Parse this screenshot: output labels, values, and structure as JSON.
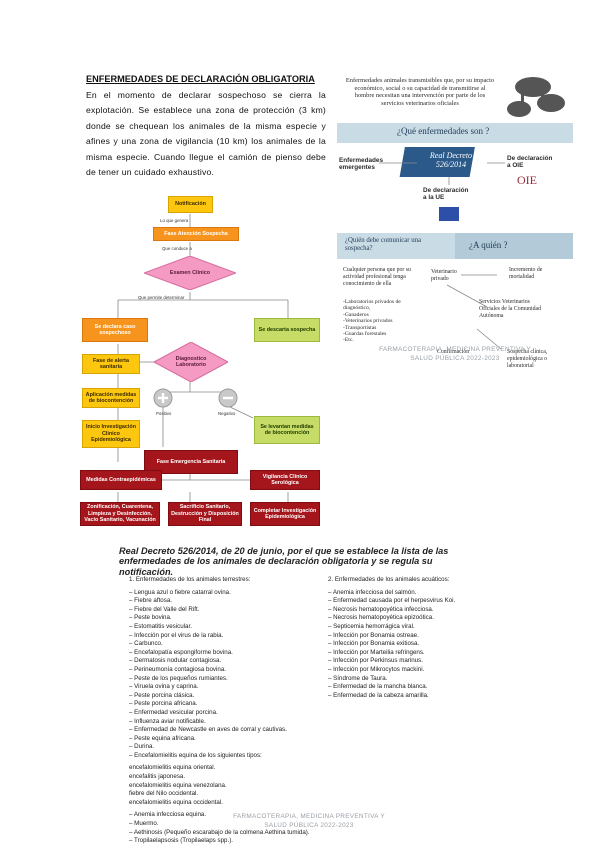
{
  "heading": "ENFERMEDADES DE DECLARACIÓN OBLIGATORIA",
  "intro": "En el momento de declarar sospechoso se cierra la explotación. Se establece una zona de protección (3 km) donde se chequean los animales de la misma especie y afines y una zona de vigilancia (10 km) los animales de la misma especie. Cuando llegue el camión de pienso debe de tener un cuidado exhaustivo.",
  "flow": {
    "notificacion": "Notificación",
    "lo_que_genera": "Lo que genera",
    "fase_atencion": "Fase Atención Sospecha",
    "que_conduce": "Que conduce a",
    "examen_clinico": "Examen Clínico",
    "que_permite": "Que permite determinar",
    "declara_caso": "Se declara caso sospechoso",
    "descarta": "Se descarta sospecha",
    "fase_alerta": "Fase de alerta sanitaria",
    "diagnostico": "Diagnostico Laboratorio",
    "aplicacion": "Aplicación medidas de biocontención",
    "positivo": "Positivo",
    "negativo": "Negativo",
    "inicio": "Inicio Investigación Clínico Epidemiológica",
    "levantan": "Se levantan medidas de biocontención",
    "fase_emergencia": "Fase Emergencia Sanitaria",
    "medidas": "Medidas Contraepidémicas",
    "vigilancia": "Vigilancia Clínico Serológica",
    "zonificacion": "Zonificación, Cuarentena, Limpieza y Desinfección, Vacío Sanitario, Vacunación",
    "sacrificio": "Sacrificio Sanitario, Destrucción y Disposición Final",
    "completar": "Completar Investigación Epidemiológica"
  },
  "info": {
    "intro": "Enfermedades animales transmisibles que, por su impacto económico, social o su capacidad de transmitirse al hombre necesitan una intervención por parte de los servicios veterinarios oficiales",
    "question": "¿Qué enfermedades son ?",
    "emergentes": "Enfermedades emergentes",
    "real_decreto": "Real Decreto 526/2014",
    "declaracion_oie": "De declaración a OIE",
    "oie_logo": "OIE",
    "declaracion_ue": "De declaración a la UE",
    "quien_debe": "¿Quién debe comunicar una sospecha?",
    "a_quien": "¿A quién ?",
    "cualquier": "Cualquier persona que por su actividad profesional tenga conocimiento de ella",
    "lista": [
      "-Laboratorios privados de diagnóstico,",
      "-Ganaderos",
      "-Veterinarios privados",
      "-Transportistas",
      "-Guardas forestales",
      "-Etc."
    ],
    "veterinario": "Veterinario privado",
    "incremento": "Incremento de mortalidad",
    "servicios": "Servicios Veterinarios Oficiales de la Comunidad Autónoma",
    "confirmacion": "Confirmación",
    "sospecha_clinica": "Sospecha clínica, epidemiológica o laboratorial"
  },
  "watermark": "FARMACOTERAPIA, MEDICINA PREVENTIVA Y SALUD PÚBLICA 2022-2023",
  "law": {
    "title": "Real Decreto 526/2014, de 20 de junio, por el que se establece la lista de las enfermedades de los animales de declaración obligatoria y se regula su notificación.",
    "col1_heading": "1.   Enfermedades de los animales terrestres:",
    "col1": [
      "– Lengua azul o fiebre catarral ovina.",
      "– Fiebre aftosa.",
      "– Fiebre del Valle del Rift.",
      "– Peste bovina.",
      "– Estomatitis vesicular.",
      "– Infección por el virus de la rabia.",
      "– Carbunco.",
      "– Encefalopatía espongiforme bovina.",
      "– Dermatosis nodular contagiosa.",
      "– Perineumonía contagiosa bovina.",
      "– Peste de los pequeños rumiantes.",
      "– Viruela ovina y caprina.",
      "– Peste porcina clásica.",
      "– Peste porcina africana.",
      "– Enfermedad vesicular porcina.",
      "– Influenza aviar notificable.",
      "– Enfermedad de Newcastle en aves de corral y cautivas.",
      "– Peste equina africana.",
      "– Durina.",
      "– Encefalomielitis equina de los siguientes tipos:"
    ],
    "col1_sub": [
      "encefalomielitis equina oriental.",
      "encefalitis japonesa.",
      "encefalomielitis equina venezolana.",
      "fiebre del Nilo occidental.",
      "encefalomielitis equina occidental."
    ],
    "col1_end": [
      "– Anemia infecciosa equina.",
      "– Muermo.",
      "– Aethinosis (Pequeño escarabajo de la colmena Aethina tumida).",
      "– Tropilaelapsosis (Tropilaelaps spp.)."
    ],
    "col2_heading": "2.   Enfermedades de los animales acuáticos:",
    "col2": [
      "– Anemia infecciosa del salmón.",
      "– Enfermedad causada por el herpesvirus Koi.",
      "– Necrosis hematopoyética infecciosa.",
      "– Necrosis hematopoyética epizoótica.",
      "– Septicemia hemorrágica viral.",
      "– Infección por Bonamia ostreae.",
      "– Infección por Bonamia exitiosa.",
      "– Infección por Marteilia refringens.",
      "– Infección por Perkinsus marinus.",
      "– Infección por Mikrocytos mackini.",
      "– Síndrome de Taura.",
      "– Enfermedad de la mancha blanca.",
      "– Enfermedad de la cabeza amarilla."
    ]
  }
}
